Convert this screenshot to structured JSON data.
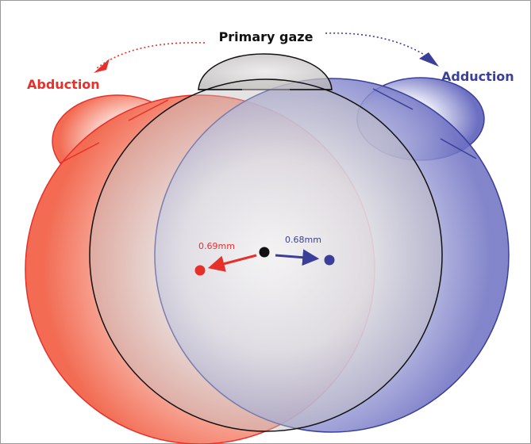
{
  "labels": {
    "primary": "Primary gaze",
    "abduction": "Abduction",
    "adduction": "Adduction",
    "left_measure": "0.69mm",
    "right_measure": "0.68mm"
  },
  "colors": {
    "abduction": "#e8302b",
    "adduction": "#3a3f9a",
    "primary": "#111111"
  }
}
